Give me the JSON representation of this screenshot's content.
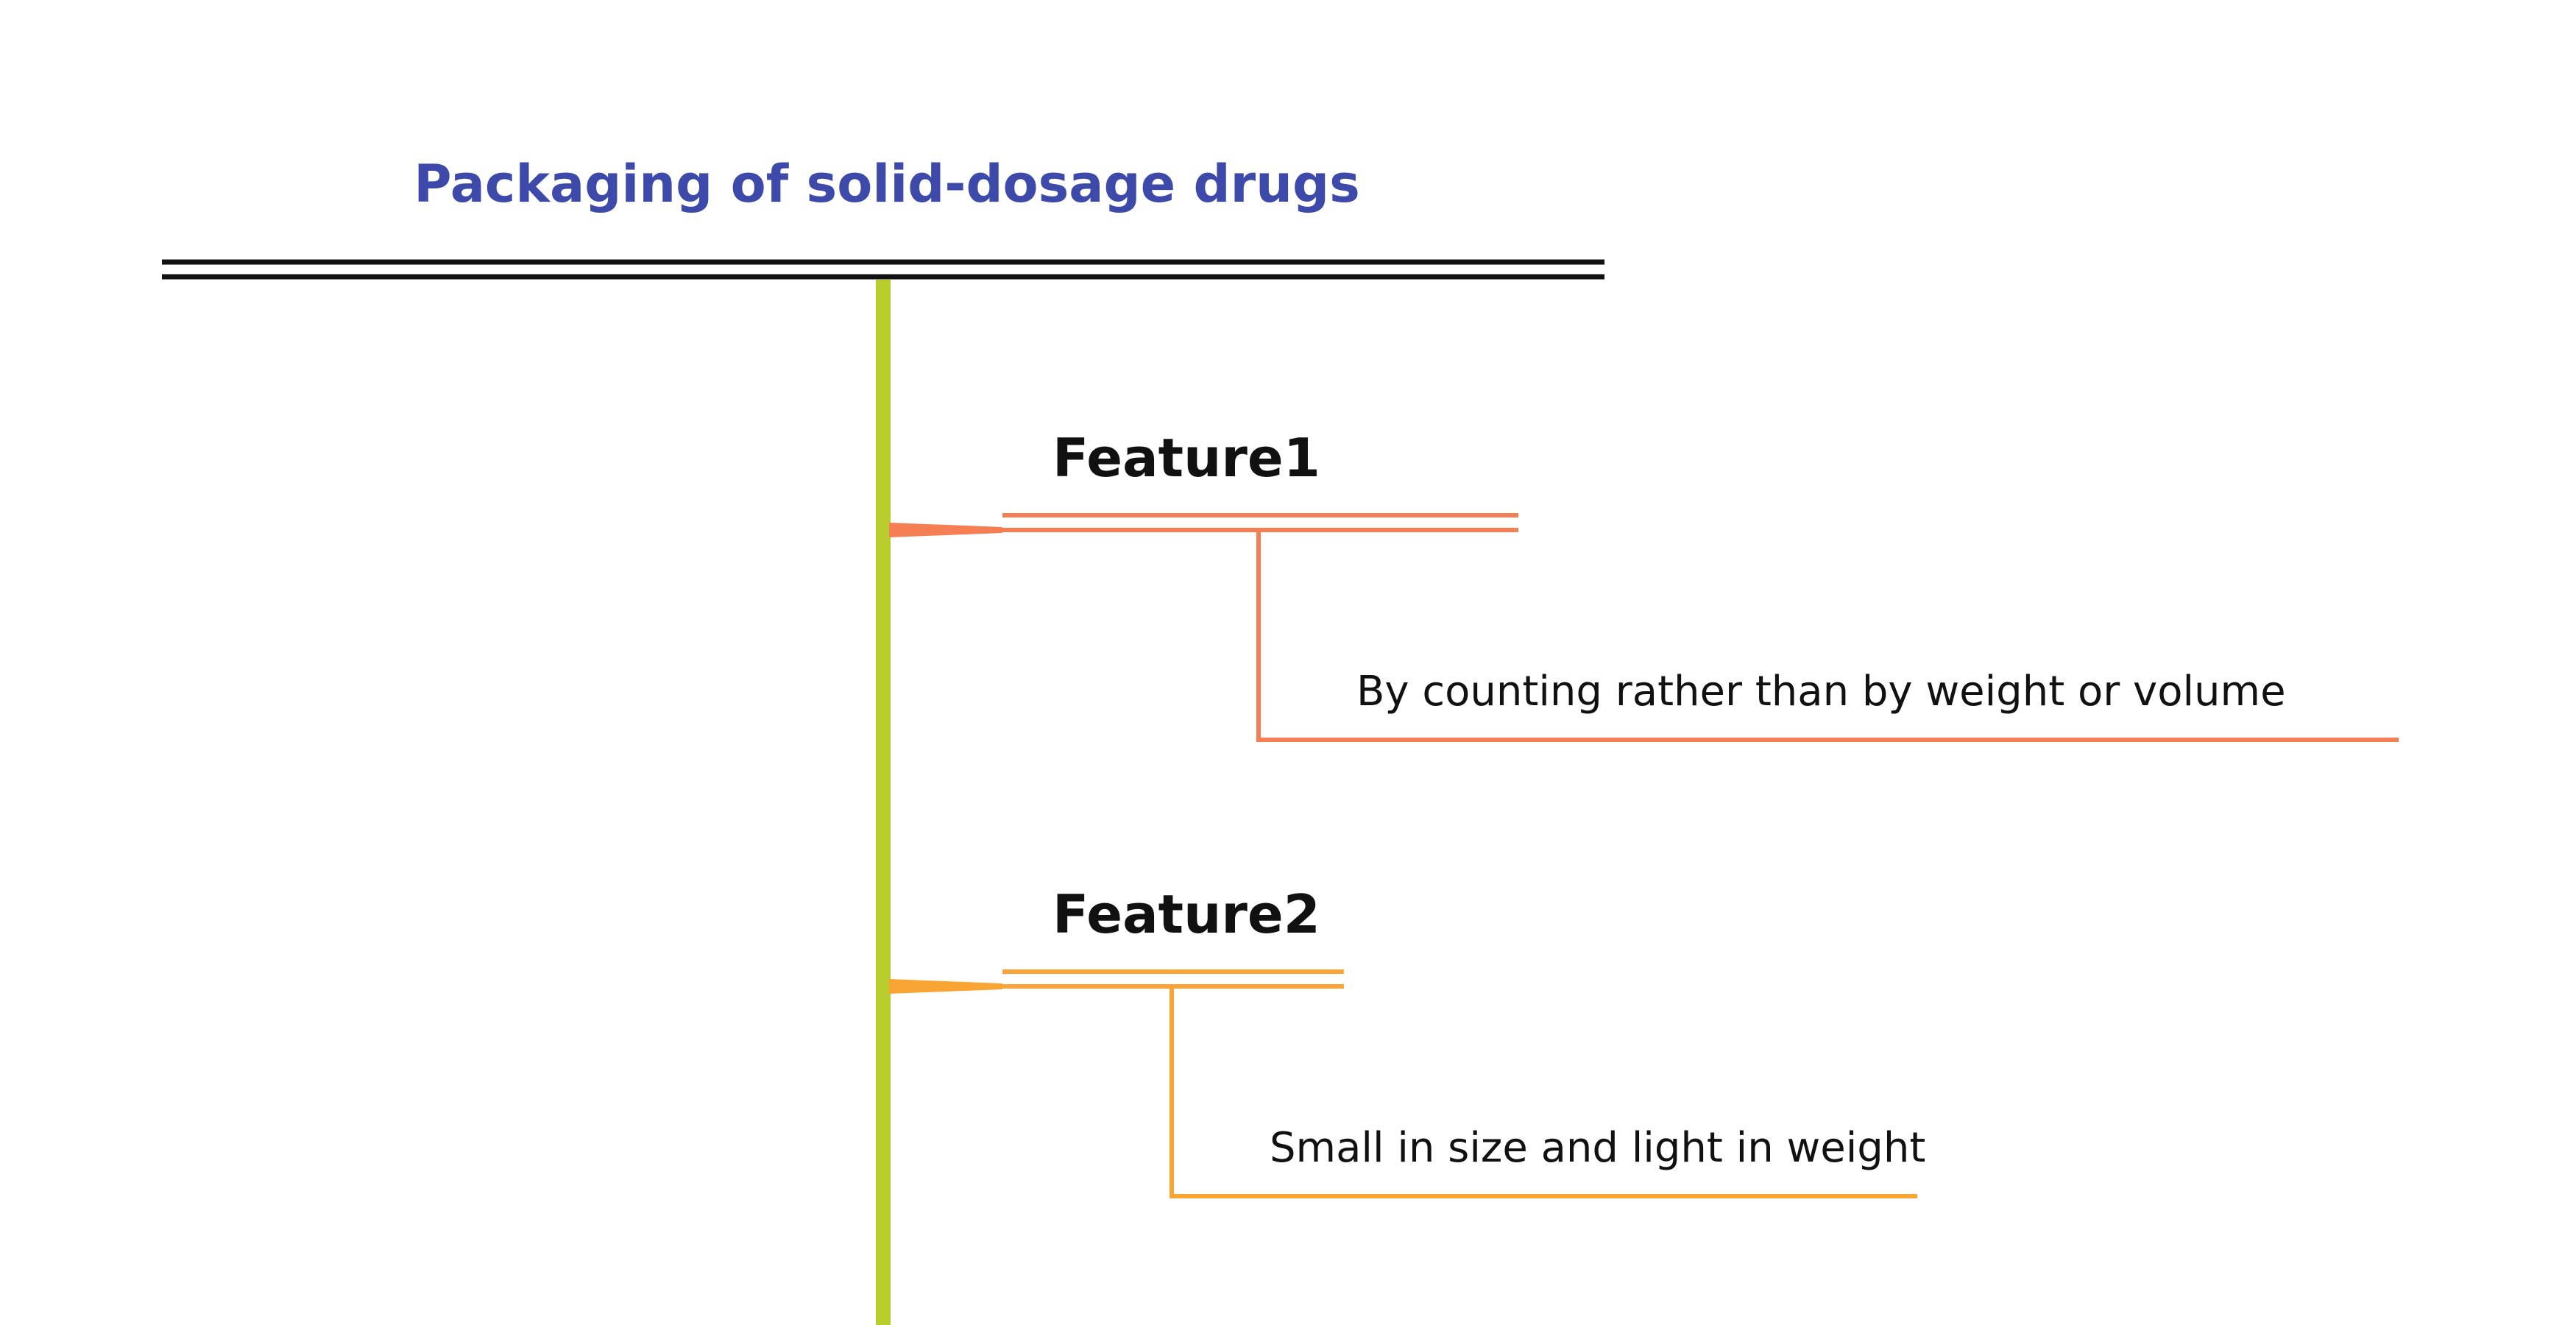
{
  "title": "Packaging of solid-dosage drugs",
  "colors": {
    "title": "#3d4aa9",
    "title_rule": "#111111",
    "spine": "#b9cc2e",
    "feature1": "#f57f52",
    "feature2": "#f9a534",
    "text": "#111111"
  },
  "branches": [
    {
      "label": "Feature1",
      "detail": "By counting rather than by weight or volume"
    },
    {
      "label": "Feature2",
      "detail": "Small in size and light in weight"
    }
  ]
}
